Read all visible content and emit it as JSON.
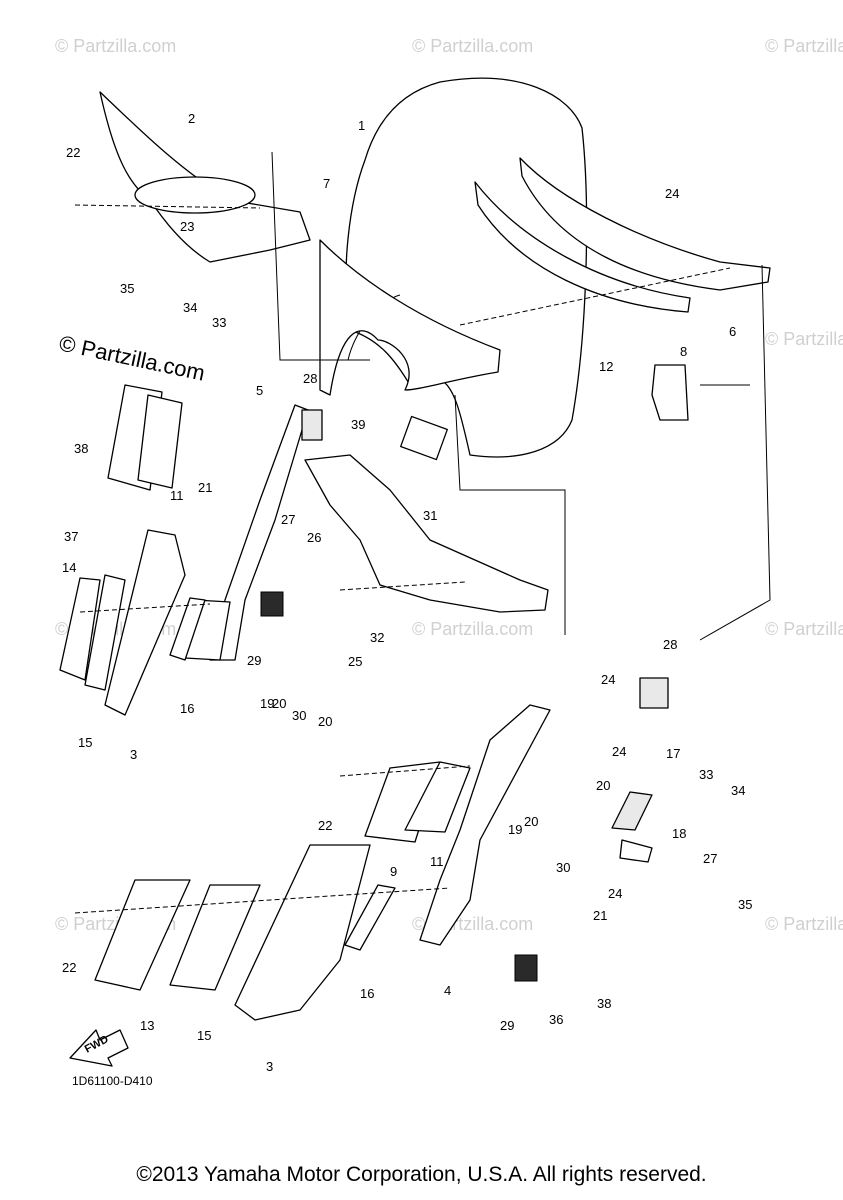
{
  "watermark": "© Partzilla.com",
  "diagram_code": "1D61100-D410",
  "fwd_label": "FWD",
  "copyright": "©2013 Yamaha Motor Corporation, U.S.A. All rights reserved.",
  "callouts": [
    "1",
    "2",
    "3",
    "3",
    "4",
    "5",
    "6",
    "7",
    "8",
    "9",
    "11",
    "11",
    "12",
    "13",
    "14",
    "15",
    "15",
    "16",
    "16",
    "17",
    "18",
    "19",
    "19",
    "20",
    "20",
    "20",
    "20",
    "21",
    "21",
    "22",
    "22",
    "22",
    "23",
    "24",
    "24",
    "24",
    "24",
    "25",
    "26",
    "27",
    "27",
    "28",
    "28",
    "29",
    "29",
    "30",
    "30",
    "31",
    "32",
    "33",
    "33",
    "34",
    "34",
    "35",
    "35",
    "36",
    "37",
    "38",
    "38",
    "39"
  ]
}
